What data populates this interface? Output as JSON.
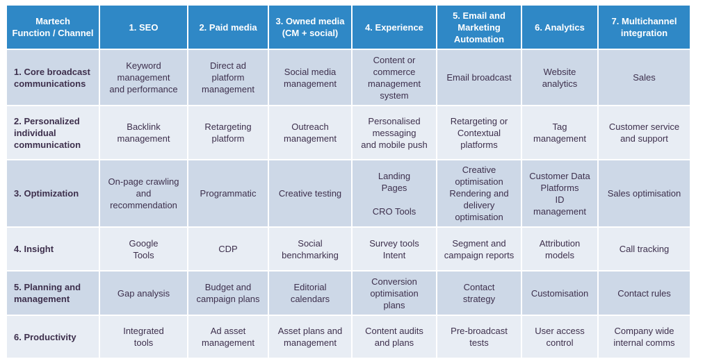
{
  "headers": [
    "Martech\nFunction / Channel",
    "1. SEO",
    "2. Paid media",
    "3. Owned media\n(CM + social)",
    "4. Experience",
    "5. Email and\nMarketing\nAutomation",
    "6. Analytics",
    "7. Multichannel\nintegration"
  ],
  "rows": [
    {
      "label": "1. Core broadcast\ncommunications",
      "cells": [
        "Keyword\nmanagement\nand performance",
        "Direct ad\nplatform\nmanagement",
        "Social media\nmanagement",
        "Content or\ncommerce\nmanagement\nsystem",
        "Email broadcast",
        "Website\nanalytics",
        "Sales"
      ]
    },
    {
      "label": "2. Personalized\nindividual\ncommunication",
      "cells": [
        "Backlink\nmanagement",
        "Retargeting\nplatform",
        "Outreach\nmanagement",
        "Personalised\nmessaging\nand mobile push",
        "Retargeting or\nContextual\nplatforms",
        "Tag\nmanagement",
        "Customer service\nand support"
      ]
    },
    {
      "label": "3. Optimization",
      "cells": [
        "On-page crawling\nand\nrecommendation",
        "Programmatic",
        "Creative testing",
        "Landing\nPages\n\nCRO Tools",
        "Creative\noptimisation\nRendering and\ndelivery\noptimisation",
        "Customer Data\nPlatforms\nID\nmanagement",
        "Sales optimisation"
      ]
    },
    {
      "label": "4. Insight",
      "cells": [
        "Google\nTools",
        "CDP",
        "Social\nbenchmarking",
        "Survey tools\nIntent",
        "Segment and\ncampaign reports",
        "Attribution\nmodels",
        "Call tracking"
      ]
    },
    {
      "label": "5. Planning and\nmanagement",
      "cells": [
        "Gap analysis",
        "Budget and\ncampaign plans",
        "Editorial\ncalendars",
        "Conversion\noptimisation\nplans",
        "Contact\nstrategy",
        "Customisation",
        "Contact rules"
      ]
    },
    {
      "label": "6. Productivity",
      "cells": [
        "Integrated\ntools",
        "Ad asset\nmanagement",
        "Asset plans and\nmanagement",
        "Content audits\nand plans",
        "Pre-broadcast\ntests",
        "User access\ncontrol",
        "Company wide\ninternal comms"
      ]
    }
  ]
}
